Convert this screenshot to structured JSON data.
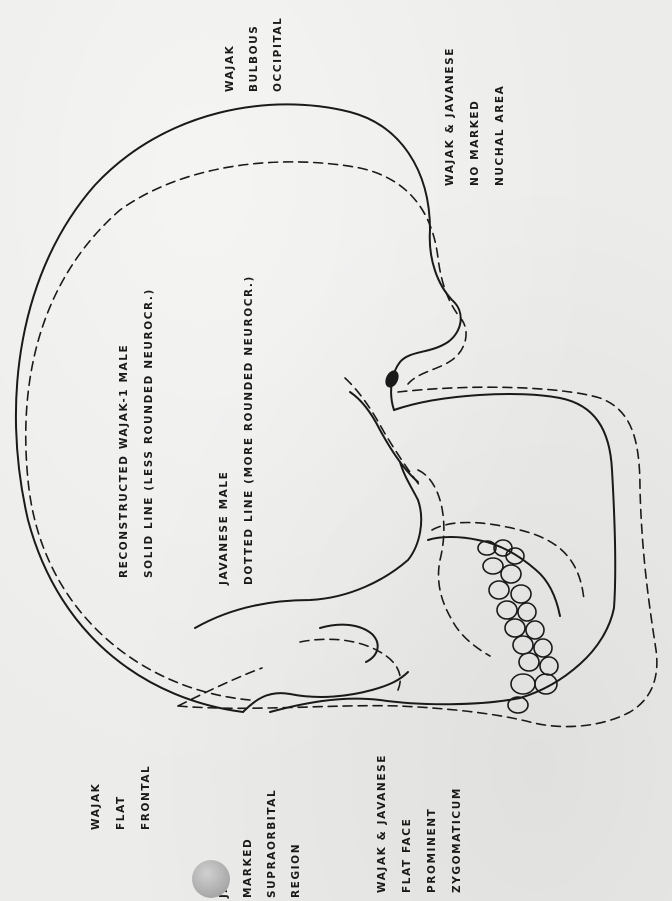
{
  "labels": {
    "wajak_occipital": [
      "WAJAK",
      "BULBOUS",
      "OCCIPITAL"
    ],
    "nuchal": [
      "WAJAK & JAVANESE",
      "NO  MARKED",
      "NUCHAL  AREA"
    ],
    "reconstructed": [
      "RECONSTRUCTED  WAJAK-1  MALE",
      "SOLID  LINE   (LESS  ROUNDED  NEUROCR.)"
    ],
    "javanese": [
      "JAVANESE  MALE",
      "DOTTED  LINE   (MORE  ROUNDED  NEUROCR.)"
    ],
    "wajak_frontal": [
      "WAJAK",
      "FLAT",
      "FRONTAL"
    ],
    "supraorbital": [
      "JAK",
      "MARKED",
      "SUPRAORBITAL",
      "REGION"
    ],
    "face": [
      "WAJAK & JAVANESE",
      "FLAT  FACE",
      "PROMINENT",
      "ZYGOMATICUM"
    ]
  },
  "colors": {
    "paper": "#ececea",
    "ink": "#1a1a1a"
  }
}
